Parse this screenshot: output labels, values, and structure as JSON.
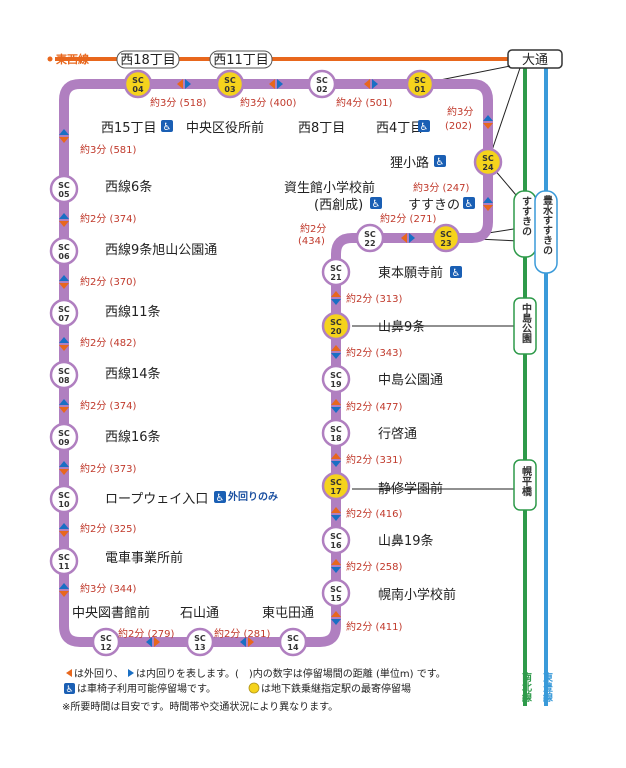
{
  "lines": {
    "tozai": {
      "name": "東西線",
      "color": "#e8671d"
    },
    "namboku": {
      "name": "南北線",
      "color": "#2e9a4a"
    },
    "toho": {
      "name": "東豊線",
      "color": "#3a9ad9"
    },
    "streetcar_color": "#b07fc0",
    "highlight_color": "#f5d31c"
  },
  "top_stations": {
    "nishi18": "西18丁目",
    "nishi11": "西11丁目",
    "odori": "大通"
  },
  "vertical_stations": {
    "susukino_ns": "すすきの",
    "hosui_susukino": "豊水すすきの",
    "nakajima_koen": "中島公園",
    "horohira_bashi": "幌平橋"
  },
  "stops": [
    {
      "code": "SC 01",
      "name": "西4丁目"
    },
    {
      "code": "SC 02",
      "name": "西8丁目"
    },
    {
      "code": "SC 03",
      "name": "中央区役所前"
    },
    {
      "code": "SC 04",
      "name": "西15丁目"
    },
    {
      "code": "SC 05",
      "name": "西線6条"
    },
    {
      "code": "SC 06",
      "name": "西線9条旭山公園通"
    },
    {
      "code": "SC 07",
      "name": "西線11条"
    },
    {
      "code": "SC 08",
      "name": "西線14条"
    },
    {
      "code": "SC 09",
      "name": "西線16条"
    },
    {
      "code": "SC 10",
      "name": "ロープウェイ入口",
      "extra": "外回りのみ"
    },
    {
      "code": "SC 11",
      "name": "電車事業所前"
    },
    {
      "code": "SC 12",
      "name": "中央図書館前"
    },
    {
      "code": "SC 13",
      "name": "石山通"
    },
    {
      "code": "SC 14",
      "name": "東屯田通"
    },
    {
      "code": "SC 15",
      "name": "幌南小学校前"
    },
    {
      "code": "SC 16",
      "name": "山鼻19条"
    },
    {
      "code": "SC 17",
      "name": "静修学園前"
    },
    {
      "code": "SC 18",
      "name": "行啓通"
    },
    {
      "code": "SC 19",
      "name": "中島公園通"
    },
    {
      "code": "SC 20",
      "name": "山鼻9条"
    },
    {
      "code": "SC 21",
      "name": "東本願寺前"
    },
    {
      "code": "SC 22",
      "name": "資生館小学校前",
      "sub": "(西創成)"
    },
    {
      "code": "SC 23",
      "name": "すすきの"
    },
    {
      "code": "SC 24",
      "name": "狸小路"
    }
  ],
  "times": {
    "t04_03": "約3分 (518)",
    "t03_02": "約3分 (400)",
    "t02_01": "約4分 (501)",
    "t01_24": "約3分",
    "t01_24b": "(202)",
    "t04_05": "約3分 (581)",
    "t05_06": "約2分 (374)",
    "t06_07": "約2分 (370)",
    "t07_08": "約2分 (482)",
    "t08_09": "約2分 (374)",
    "t09_10": "約2分 (373)",
    "t10_11": "約2分 (325)",
    "t11_12": "約3分 (344)",
    "t12_13": "約2分 (279)",
    "t13_14": "約2分 (281)",
    "t14_15": "約2分 (411)",
    "t15_16": "約2分 (258)",
    "t16_17": "約2分 (416)",
    "t17_18": "約2分 (331)",
    "t18_19": "約2分 (477)",
    "t19_20": "約2分 (343)",
    "t20_21": "約2分 (313)",
    "t21_22": "約2分",
    "t21_22b": "(434)",
    "t22_23": "約2分 (271)",
    "t23_24": "約3分 (247)"
  },
  "notes": {
    "line1": "は外回り、",
    "line1b": "は内回りを表します。(　)内の数字は停留場間の距離 (単位m) です。",
    "line2": "は車椅子利用可能停留場です。",
    "line2b": "は地下鉄乗継指定駅の最寄停留場",
    "line3": "※所要時間は目安です。時間帯や交通状況により異なります。"
  }
}
